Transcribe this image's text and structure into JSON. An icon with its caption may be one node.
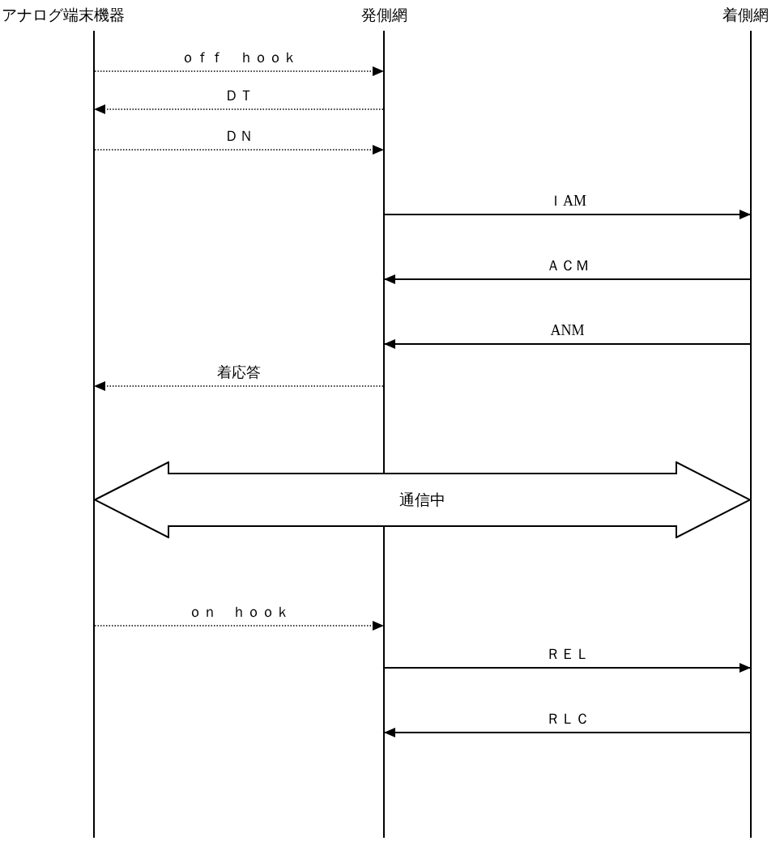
{
  "diagram": {
    "nodes": [
      {
        "text": [
          "アナログ端末機器"
        ]
      },
      {
        "text": [
          "発側網"
        ]
      },
      {
        "text": [
          "着側網"
        ]
      },
      {
        "text": [
          "通信中"
        ]
      }
    ],
    "edges": [
      {
        "from": 0,
        "to": 1,
        "arrow": "to",
        "label": "ｏｆｆ　ｈｏｏｋ",
        "style": "dashed"
      },
      {
        "from": 1,
        "to": 0,
        "arrow": "to",
        "label": "ＤＴ",
        "style": "dashed"
      },
      {
        "from": 0,
        "to": 1,
        "arrow": "to",
        "label": "ＤＮ",
        "style": "dashed"
      },
      {
        "from": 1,
        "to": 2,
        "arrow": "to",
        "label": "ＩAM"
      },
      {
        "from": 2,
        "to": 1,
        "arrow": "to",
        "label": "ＡＣＭ"
      },
      {
        "from": 2,
        "to": 1,
        "arrow": "to",
        "label": "ANM"
      },
      {
        "from": 1,
        "to": 0,
        "arrow": "to",
        "label": "着応答",
        "style": "dashed"
      },
      {
        "from": 0,
        "to": 1,
        "arrow": "to",
        "label": "ｏｎ　ｈｏｏｋ",
        "style": "dashed"
      },
      {
        "from": 1,
        "to": 2,
        "arrow": "to",
        "label": "ＲＥＬ"
      },
      {
        "from": 2,
        "to": 1,
        "arrow": "to",
        "label": "ＲＬＣ"
      }
    ]
  }
}
